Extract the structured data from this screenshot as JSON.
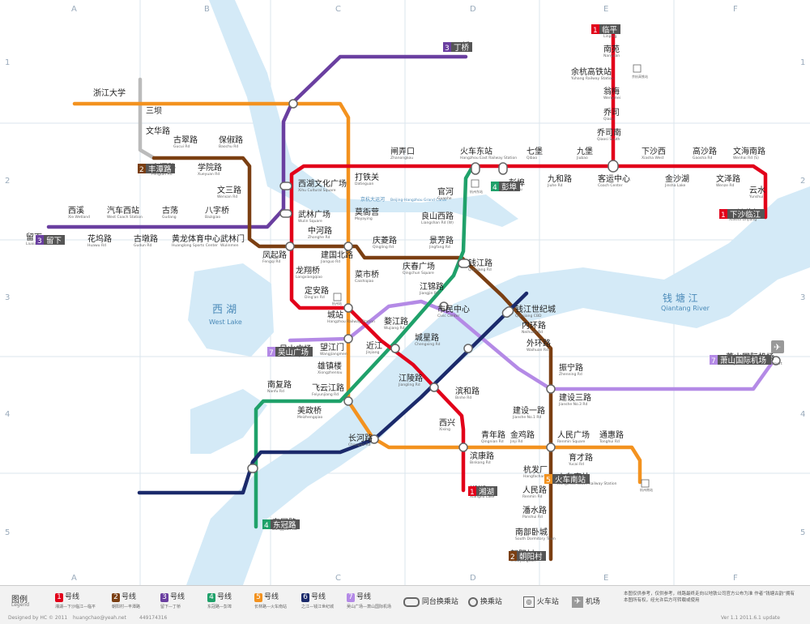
{
  "grid": {
    "cols": [
      "A",
      "B",
      "C",
      "D",
      "E",
      "F"
    ],
    "rows": [
      "1",
      "2",
      "3",
      "4",
      "5"
    ]
  },
  "water": {
    "river_cn": "钱 塘 江",
    "river_en": "Qiantang River",
    "lake_cn": "西 湖",
    "lake_en": "West Lake",
    "canal_cn": "京杭大运河",
    "canal_en": "Beijing-Hangzhou Grand Canal"
  },
  "colors": {
    "line1": "#e2001a",
    "line2": "#7b3f12",
    "line3": "#6a3fa0",
    "line4": "#1fa16a",
    "line5": "#f3921f",
    "line6": "#1b2a6b",
    "line7": "#b48ae6",
    "line_gray": "#bbbbbb",
    "water": "#d4eaf7"
  },
  "stations": [
    {
      "cn": "临平",
      "en": "Linping"
    },
    {
      "cn": "南苑",
      "en": "Nanyuan"
    },
    {
      "cn": "余杭高铁站",
      "en": "Yuhang Railway Station"
    },
    {
      "cn": "翁梅",
      "en": "Wengmei"
    },
    {
      "cn": "乔司",
      "en": "Qiaosi"
    },
    {
      "cn": "乔司南",
      "en": "Qiaosi South"
    },
    {
      "cn": "下沙西",
      "en": "Xiasha West"
    },
    {
      "cn": "高沙路",
      "en": "Gaosha Rd"
    },
    {
      "cn": "文海南路",
      "en": "Wenhai Rd (S)"
    },
    {
      "cn": "云水",
      "en": "Yunshui"
    },
    {
      "cn": "下沙临江",
      "en": "Xiasha Linjiang"
    },
    {
      "cn": "客运中心",
      "en": "Coach Center"
    },
    {
      "cn": "金沙湖",
      "en": "Jinsha Lake"
    },
    {
      "cn": "文泽路",
      "en": "Wenze Rd"
    },
    {
      "cn": "九和路",
      "en": "Jiuhe Rd"
    },
    {
      "cn": "九堡",
      "en": "Jiubao"
    },
    {
      "cn": "七堡",
      "en": "Qibao"
    },
    {
      "cn": "火车东站",
      "en": "Hangzhou East Railway Station"
    },
    {
      "cn": "彭埠",
      "en": "Pengbu"
    },
    {
      "cn": "闸弄口",
      "en": "Zhanongkou"
    },
    {
      "cn": "打铁关",
      "en": "Datieguan"
    },
    {
      "cn": "西湖文化广场",
      "en": "Xihu Cultural Square"
    },
    {
      "cn": "武林广场",
      "en": "Wulin Square"
    },
    {
      "cn": "莫衙营",
      "en": "Moyaying"
    },
    {
      "cn": "中河路",
      "en": "Zhonghe Rd"
    },
    {
      "cn": "凤起路",
      "en": "Fengqi Rd"
    },
    {
      "cn": "龙翔桥",
      "en": "Longxiangqiao"
    },
    {
      "cn": "定安路",
      "en": "Ding'an Rd"
    },
    {
      "cn": "城站",
      "en": "Hangzhou Railway Station"
    },
    {
      "cn": "婺江路",
      "en": "Wujiang Rd"
    },
    {
      "cn": "近江",
      "en": "Jinjiang"
    },
    {
      "cn": "城星路",
      "en": "Chengxing Rd"
    },
    {
      "cn": "市民中心",
      "en": "Civic Center"
    },
    {
      "cn": "江锦路",
      "en": "Jiangjin Rd"
    },
    {
      "cn": "钱江路",
      "en": "Qianjiang Rd"
    },
    {
      "cn": "景芳路",
      "en": "Jingfang Rd"
    },
    {
      "cn": "良山西路",
      "en": "Liangshan Rd (W)"
    },
    {
      "cn": "官河",
      "en": "Guanhe"
    },
    {
      "cn": "建国北路",
      "en": "Jianguo Rd"
    },
    {
      "cn": "庆菱路",
      "en": "Qingling Rd"
    },
    {
      "cn": "庆春广场",
      "en": "Qingchun Square"
    },
    {
      "cn": "菜市桥",
      "en": "Caishiqiao"
    },
    {
      "cn": "钱江世纪城",
      "en": "Qianjiang CBD"
    },
    {
      "cn": "内环路",
      "en": "Neihuan Rd"
    },
    {
      "cn": "外环路",
      "en": "Waihuan Rd"
    },
    {
      "cn": "振宁路",
      "en": "Zhenning Rd"
    },
    {
      "cn": "建设三路",
      "en": "Jianshe No.3 Rd"
    },
    {
      "cn": "建设一路",
      "en": "Jianshe No.1 Rd"
    },
    {
      "cn": "人民广场",
      "en": "Renmin Square"
    },
    {
      "cn": "杭发厂",
      "en": "Hangfachang"
    },
    {
      "cn": "人民路",
      "en": "Renmin Rd"
    },
    {
      "cn": "潘水路",
      "en": "Panshui Rd"
    },
    {
      "cn": "南部卧城",
      "en": "South Dormitory Town"
    },
    {
      "cn": "朝阳村",
      "en": "Chaoyangcun"
    },
    {
      "cn": "通惠路",
      "en": "Tonghui Rd"
    },
    {
      "cn": "育才路",
      "en": "Yucai Rd"
    },
    {
      "cn": "火车南站",
      "en": "Hangzhou South Railway Station"
    },
    {
      "cn": "萧山国际机场",
      "en": "Hangzhou International Airport"
    },
    {
      "cn": "吴山广场",
      "en": "Wushan Square"
    },
    {
      "cn": "望江门",
      "en": "Wangjiangmen"
    },
    {
      "cn": "雄镇楼",
      "en": "Xiongzhenlou"
    },
    {
      "cn": "江陵路",
      "en": "Jiangling Rd"
    },
    {
      "cn": "滨和路",
      "en": "Binhe Rd"
    },
    {
      "cn": "西兴",
      "en": "Xixing"
    },
    {
      "cn": "滨康路",
      "en": "Binkang Rd"
    },
    {
      "cn": "湘湖",
      "en": "Xianghu Lake"
    },
    {
      "cn": "青年路",
      "en": "Qingnian Rd"
    },
    {
      "cn": "金鸡路",
      "en": "Jinji Rd"
    },
    {
      "cn": "长河路",
      "en": "Changhe Rd"
    },
    {
      "cn": "美政桥",
      "en": "Meizhengqiao"
    },
    {
      "cn": "飞云江路",
      "en": "Feiyunjiang Rd"
    },
    {
      "cn": "南复路",
      "en": "Nanfu Rd"
    },
    {
      "cn": "东冠路",
      "en": "Dongguan Rd"
    },
    {
      "cn": "浙江大学",
      "en": ""
    },
    {
      "cn": "三坝",
      "en": ""
    },
    {
      "cn": "文华路",
      "en": ""
    },
    {
      "cn": "古翠路",
      "en": "Gucui Rd"
    },
    {
      "cn": "保俶路",
      "en": "Baochu Rd"
    },
    {
      "cn": "学院路",
      "en": "Xueyuan Rd"
    },
    {
      "cn": "丰潭路",
      "en": "Fengtan Rd"
    },
    {
      "cn": "文三路",
      "en": "Wensan Rd"
    },
    {
      "cn": "武林门",
      "en": "Wulinmen"
    },
    {
      "cn": "西溪",
      "en": "Xie Wetland"
    },
    {
      "cn": "汽车西站",
      "en": "West Coach Station"
    },
    {
      "cn": "古荡",
      "en": "Gudang"
    },
    {
      "cn": "八字桥",
      "en": "Bazigiao"
    },
    {
      "cn": "留下",
      "en": "Liuxia"
    },
    {
      "cn": "花坞路",
      "en": "Huawu Rd"
    },
    {
      "cn": "古墩路",
      "en": "Gudun Rd"
    },
    {
      "cn": "黄龙体育中心",
      "en": "Huanglong Sports Center"
    },
    {
      "cn": "丁桥",
      "en": ""
    }
  ],
  "terminals": [
    {
      "num": "1",
      "cn": "临平"
    },
    {
      "num": "1",
      "cn": "下沙临江"
    },
    {
      "num": "1",
      "cn": "湘湖"
    },
    {
      "num": "2",
      "cn": "丰潭路"
    },
    {
      "num": "2",
      "cn": "朝阳村"
    },
    {
      "num": "3",
      "cn": "丁桥"
    },
    {
      "num": "3",
      "cn": "留下"
    },
    {
      "num": "4",
      "cn": "彭埠"
    },
    {
      "num": "4",
      "cn": "东冠路"
    },
    {
      "num": "5",
      "cn": "火车南站"
    },
    {
      "num": "7",
      "cn": "吴山广场"
    },
    {
      "num": "7",
      "cn": "萧山国际机场"
    }
  ],
  "rail_labels": [
    "余杭高铁站",
    "杭州东站",
    "杭州站",
    "杭州南站"
  ],
  "legend": {
    "title": "图例",
    "title_en": "Legend",
    "lines": [
      {
        "num": "1",
        "name": "号线",
        "desc": "湘湖—下沙临江—临平"
      },
      {
        "num": "2",
        "name": "号线",
        "desc": "朝阳村—丰潭路"
      },
      {
        "num": "3",
        "name": "号线",
        "desc": "留下—丁桥"
      },
      {
        "num": "4",
        "name": "号线",
        "desc": "东冠路—彭埠"
      },
      {
        "num": "5",
        "name": "号线",
        "desc": "长林路—火车南站"
      },
      {
        "num": "6",
        "name": "号线",
        "desc": "之江—钱江世纪城"
      },
      {
        "num": "7",
        "name": "号线",
        "desc": "吴山广场—萧山国际机场"
      }
    ],
    "same_platform": "同台换乘站",
    "transfer": "换乘站",
    "railway": "火车站",
    "airport": "机场",
    "note": "本图仅供参考，仅供参考，线路最终走向以地铁公司官方公布为准 作者“钱塘古韵”拥有本图所有权，经允许后方可转载或使用"
  },
  "footer": {
    "designer": "Designed by HC © 2011",
    "email": "huangchao@yeah.net",
    "qq": "449174316",
    "version": "Ver 1.1 2011.6.1 update"
  }
}
